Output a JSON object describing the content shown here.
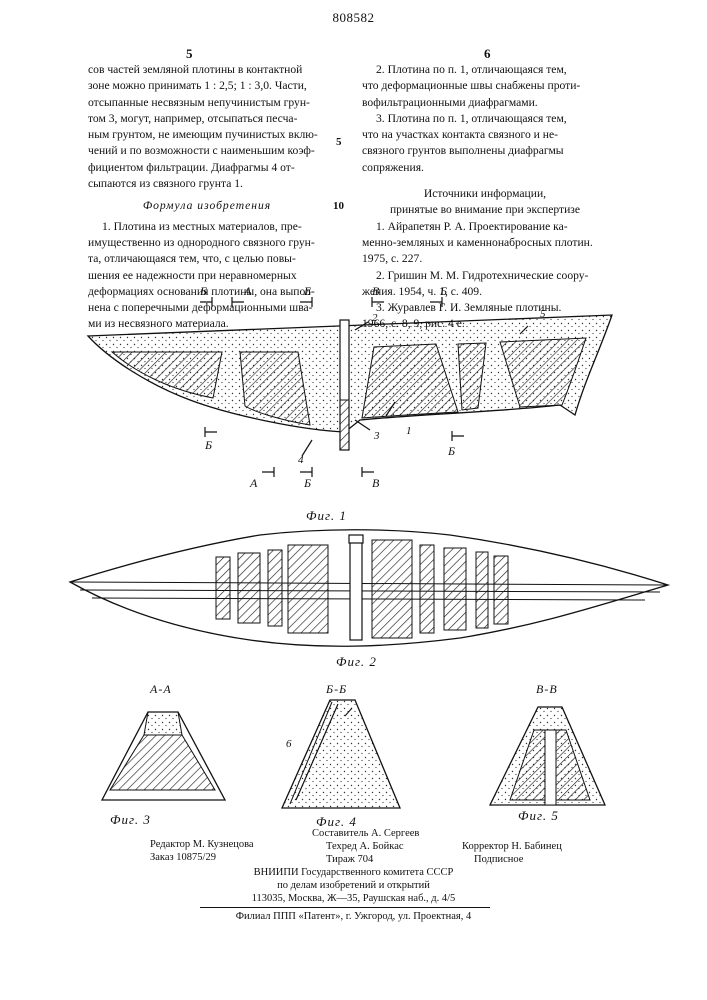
{
  "patent_number": "808582",
  "col_left_number": "5",
  "col_right_number": "6",
  "left_column": {
    "intro_lines": [
      "сов частей земляной плотины в контактной",
      "зоне можно принимать 1 : 2,5; 1 : 3,0. Части,",
      "отсыпанные несвязным непучинистым грун-",
      "том 3, могут, например, отсыпаться песча-",
      "ным грунтом, не имеющим пучинистых вклю-",
      "чений и по возможности с наименьшим коэф-",
      "фициентом фильтрации. Диафрагмы 4 от-",
      "сыпаются из связного грунта 1."
    ],
    "heading": "Формула изобретения",
    "claim_lines": [
      "1. Плотина из местных материалов, пре-",
      "имущественно из однородного связного грун-",
      "та, отличающаяся тем, что, с целью повы-",
      "шения ее надежности при неравномерных",
      "деформациях основания плотины, она выпол-",
      "нена с поперечными деформационными шва-",
      "ми из несвязного материала."
    ]
  },
  "right_column": {
    "claim2": [
      "2. Плотина по п. 1, отличающаяся тем,",
      "что деформационные швы снабжены проти-",
      "вофильтрационными диафрагмами."
    ],
    "claim3": [
      "3. Плотина по п. 1, отличающаяся тем,",
      "что на участках контакта связного и не-",
      "связного грунтов выполнены диафрагмы",
      "сопряжения."
    ],
    "sources_title": "Источники информации,",
    "sources_subtitle": "принятые во внимание при экспертизе",
    "sources": [
      "1. Айрапетян Р. А. Проектирование ка-",
      "менно-земляных и каменнонабросных плотин.",
      "1975, с. 227.",
      "2. Гришин М. М. Гидротехнические соору-",
      "жения. 1954, ч. 1, с. 409.",
      "3. Журавлев Г. И. Земляные плотины.",
      "1966, с. 8, 9, рис. 4 е."
    ]
  },
  "line_numbers": [
    "5",
    "10",
    "5"
  ],
  "figure_labels": {
    "fig1": "Фиг. 1",
    "fig2": "Фиг. 2",
    "fig3": "Фиг. 3",
    "fig4": "Фиг. 4",
    "fig5": "Фиг. 5"
  },
  "section_labels": {
    "aa": "А-А",
    "bb": "Б-Б",
    "vv": "В-В",
    "a": "А",
    "b": "Б",
    "v": "В"
  },
  "callouts": [
    "1",
    "2",
    "3",
    "4",
    "5",
    "6"
  ],
  "footer": {
    "editor": "Редактор М. Кузнецова",
    "order": "Заказ 10875/29",
    "compiler": "Составитель А. Сергеев",
    "techred": "Техред А. Бойкас",
    "circulation": "Тираж 704",
    "corrector": "Корректор Н. Бабинец",
    "subscription": "Подписное",
    "org_line1": "ВНИИПИ Государственного комитета СССР",
    "org_line2": "по делам изобретений и открытий",
    "org_line3": "113035, Москва, Ж—35, Раушская наб., д. 4/5",
    "branch": "Филиал ППП «Патент», г. Ужгород, ул. Проектная, 4"
  }
}
